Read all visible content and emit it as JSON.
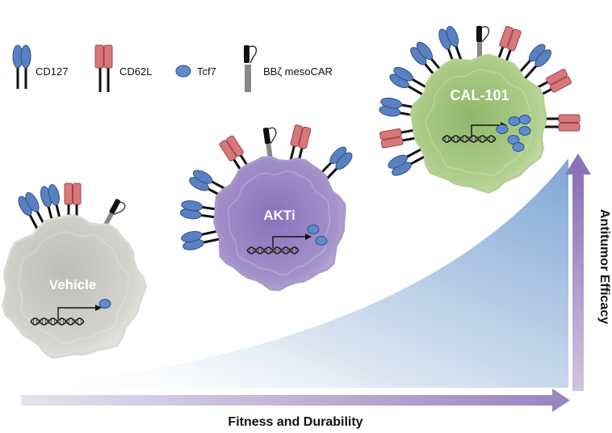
{
  "legend": {
    "items": [
      {
        "id": "cd127",
        "label": "CD127"
      },
      {
        "id": "cd62l",
        "label": "CD62L"
      },
      {
        "id": "tcf7",
        "label": "Tcf7"
      },
      {
        "id": "car",
        "label": "BBζ mesoCAR"
      }
    ]
  },
  "cells": [
    {
      "id": "vehicle",
      "label": "Vehicle",
      "color": "#d9d9d5"
    },
    {
      "id": "akti",
      "label": "AKTi",
      "color": "#a99ac8"
    },
    {
      "id": "cal101",
      "label": "CAL-101",
      "color": "#b5d094"
    }
  ],
  "axes": {
    "x_label": "Fitness and Durability",
    "y_label": "Antitumor Efficacy"
  },
  "colors": {
    "cd127_fill": "#5b80c2",
    "cd62l_fill": "#d9787b",
    "tcf7_fill": "#5f8bcc",
    "wedge": "#8fb5dc",
    "arrow": "#9a86c0"
  }
}
